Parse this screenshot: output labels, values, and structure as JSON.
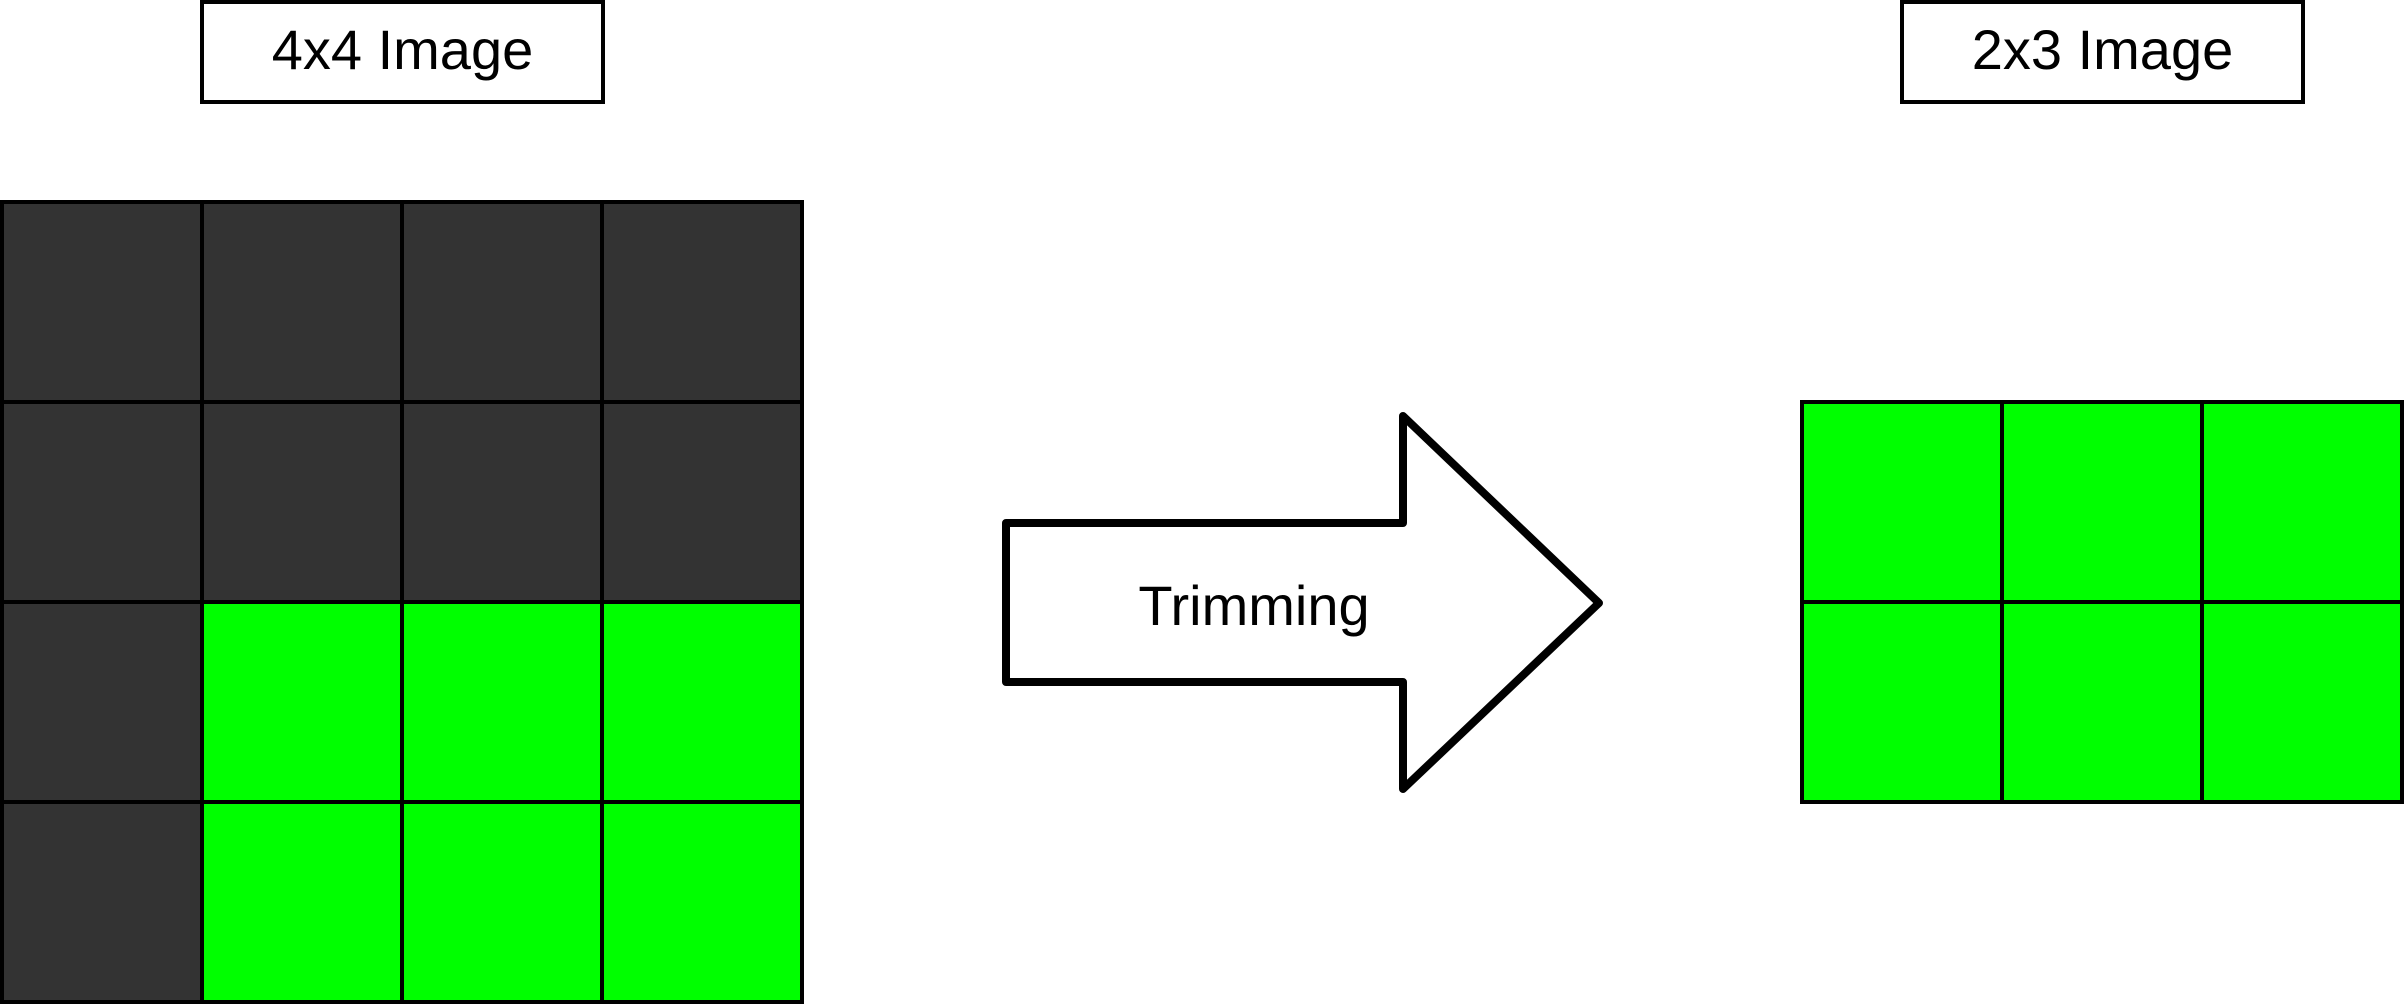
{
  "source": {
    "label": "4x4 Image",
    "rows": 4,
    "cols": 4,
    "cells": [
      [
        "dark",
        "dark",
        "dark",
        "dark"
      ],
      [
        "dark",
        "dark",
        "dark",
        "dark"
      ],
      [
        "dark",
        "green",
        "green",
        "green"
      ],
      [
        "dark",
        "green",
        "green",
        "green"
      ]
    ]
  },
  "arrow": {
    "label": "Trimming"
  },
  "result": {
    "label": "2x3 Image",
    "rows": 2,
    "cols": 3,
    "cells": [
      [
        "green",
        "green",
        "green"
      ],
      [
        "green",
        "green",
        "green"
      ]
    ]
  },
  "colors": {
    "dark": "#333333",
    "green": "#00ff00",
    "stroke": "#000000",
    "background": "#ffffff"
  }
}
